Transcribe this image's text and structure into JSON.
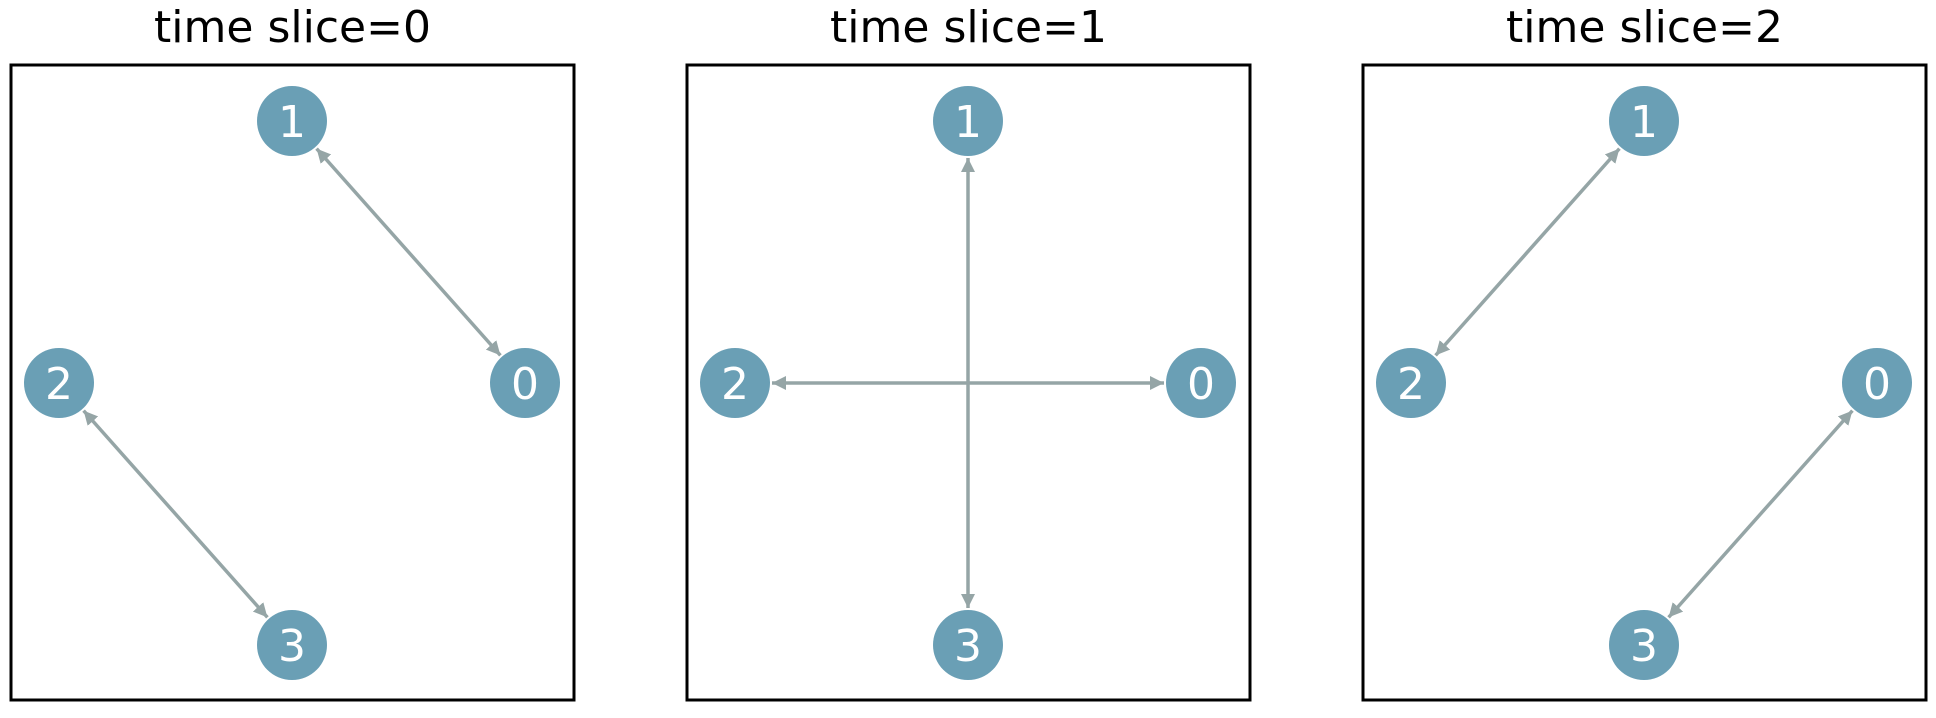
{
  "figure": {
    "node_color": "#6a9fb5",
    "edge_color": "#95a5a6",
    "label_color": "#ffffff",
    "arrow_style": "double-headed",
    "panels": [
      {
        "title": "time slice=0",
        "nodes": [
          {
            "id": "0",
            "position": "right"
          },
          {
            "id": "1",
            "position": "top"
          },
          {
            "id": "2",
            "position": "left"
          },
          {
            "id": "3",
            "position": "bottom"
          }
        ],
        "edges": [
          {
            "from": "0",
            "to": "1"
          },
          {
            "from": "2",
            "to": "3"
          }
        ]
      },
      {
        "title": "time slice=1",
        "nodes": [
          {
            "id": "0",
            "position": "right"
          },
          {
            "id": "1",
            "position": "top"
          },
          {
            "id": "2",
            "position": "left"
          },
          {
            "id": "3",
            "position": "bottom"
          }
        ],
        "edges": [
          {
            "from": "1",
            "to": "3"
          },
          {
            "from": "2",
            "to": "0"
          }
        ]
      },
      {
        "title": "time slice=2",
        "nodes": [
          {
            "id": "0",
            "position": "right"
          },
          {
            "id": "1",
            "position": "top"
          },
          {
            "id": "2",
            "position": "left"
          },
          {
            "id": "3",
            "position": "bottom"
          }
        ],
        "edges": [
          {
            "from": "1",
            "to": "2"
          },
          {
            "from": "0",
            "to": "3"
          }
        ]
      }
    ]
  }
}
